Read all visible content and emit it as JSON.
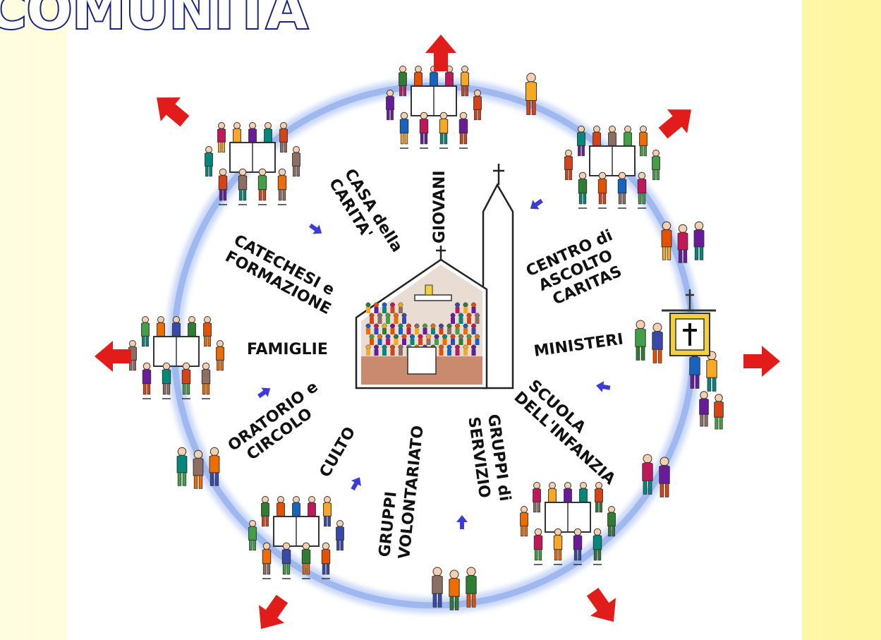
{
  "title_fragment": "COMUNITÀ",
  "colors": {
    "ring": "#9fb8ef",
    "outward_arrow": "#e21b1b",
    "inward_arrow": "#3b3bd6",
    "church_floor": "#c98a70",
    "title_outline": "#1a237e"
  },
  "ministries": [
    {
      "label_lines": [
        "GIOVANI"
      ]
    },
    {
      "label_lines": [
        "CASA della",
        "CARITA'"
      ]
    },
    {
      "label_lines": [
        "CATECHESI e",
        "FORMAZIONE"
      ]
    },
    {
      "label_lines": [
        "FAMIGLIE"
      ]
    },
    {
      "label_lines": [
        "ORATORIO e",
        "CIRCOLO"
      ]
    },
    {
      "label_lines": [
        "CULTO"
      ]
    },
    {
      "label_lines": [
        "GRUPPI",
        "VOLONTARIATO"
      ]
    },
    {
      "label_lines": [
        "GRUPPI di",
        "SERVIZIO"
      ]
    },
    {
      "label_lines": [
        "SCUOLA",
        "DELL'INFANZIA"
      ]
    },
    {
      "label_lines": [
        "MINISTERI"
      ]
    },
    {
      "label_lines": [
        "CENTRO di",
        "ASCOLTO",
        "CARITAS"
      ]
    }
  ],
  "icons": {
    "church": "church-icon",
    "group_table": "group-table-icon",
    "people": "people-icon",
    "banner": "cross-banner-icon"
  }
}
